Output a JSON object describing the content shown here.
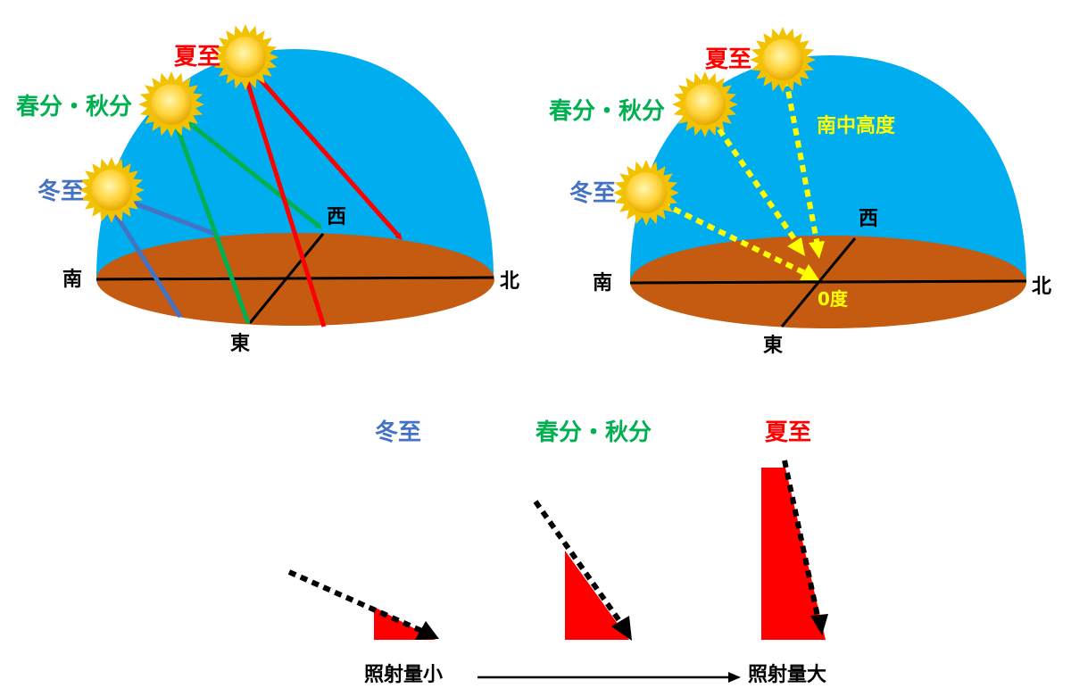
{
  "colors": {
    "sky": "#00adef",
    "ground": "#c55a11",
    "winter": "#4472c4",
    "equinox": "#00b050",
    "summer": "#ff0000",
    "angle": "#ffff00",
    "sun_core": "#ffd43b",
    "sun_ray": "#f2c200",
    "triangle": "#ff0000",
    "line": "#000000"
  },
  "icons": {
    "sun": "sun-icon",
    "arrow": "arrow-right-icon"
  },
  "left_diagram": {
    "summer": "夏至",
    "equinox": "春分・秋分",
    "winter": "冬至",
    "south": "南",
    "north": "北",
    "west": "西",
    "east": "東"
  },
  "right_diagram": {
    "summer": "夏至",
    "equinox": "春分・秋分",
    "winter": "冬至",
    "south": "南",
    "north": "北",
    "west": "西",
    "east": "東",
    "culmination": "南中高度",
    "zero": "0度"
  },
  "bottom": {
    "winter": "冬至",
    "equinox": "春分・秋分",
    "summer": "夏至",
    "low": "照射量小",
    "high": "照射量大"
  }
}
